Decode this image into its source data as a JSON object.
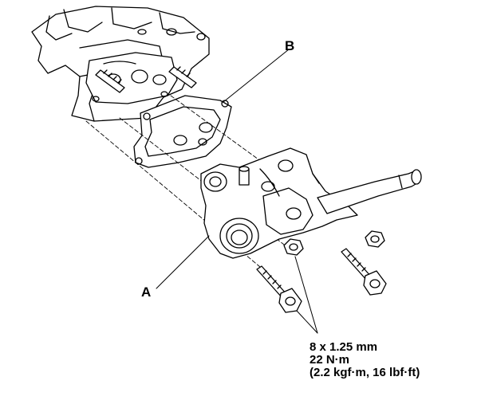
{
  "callouts": {
    "a_label": "A",
    "b_label": "B"
  },
  "torque_spec": {
    "bolt_size": "8 x 1.25 mm",
    "torque_nm": "22 N·m",
    "torque_alt": "(2.2 kgf·m, 16 lbf·ft)"
  }
}
